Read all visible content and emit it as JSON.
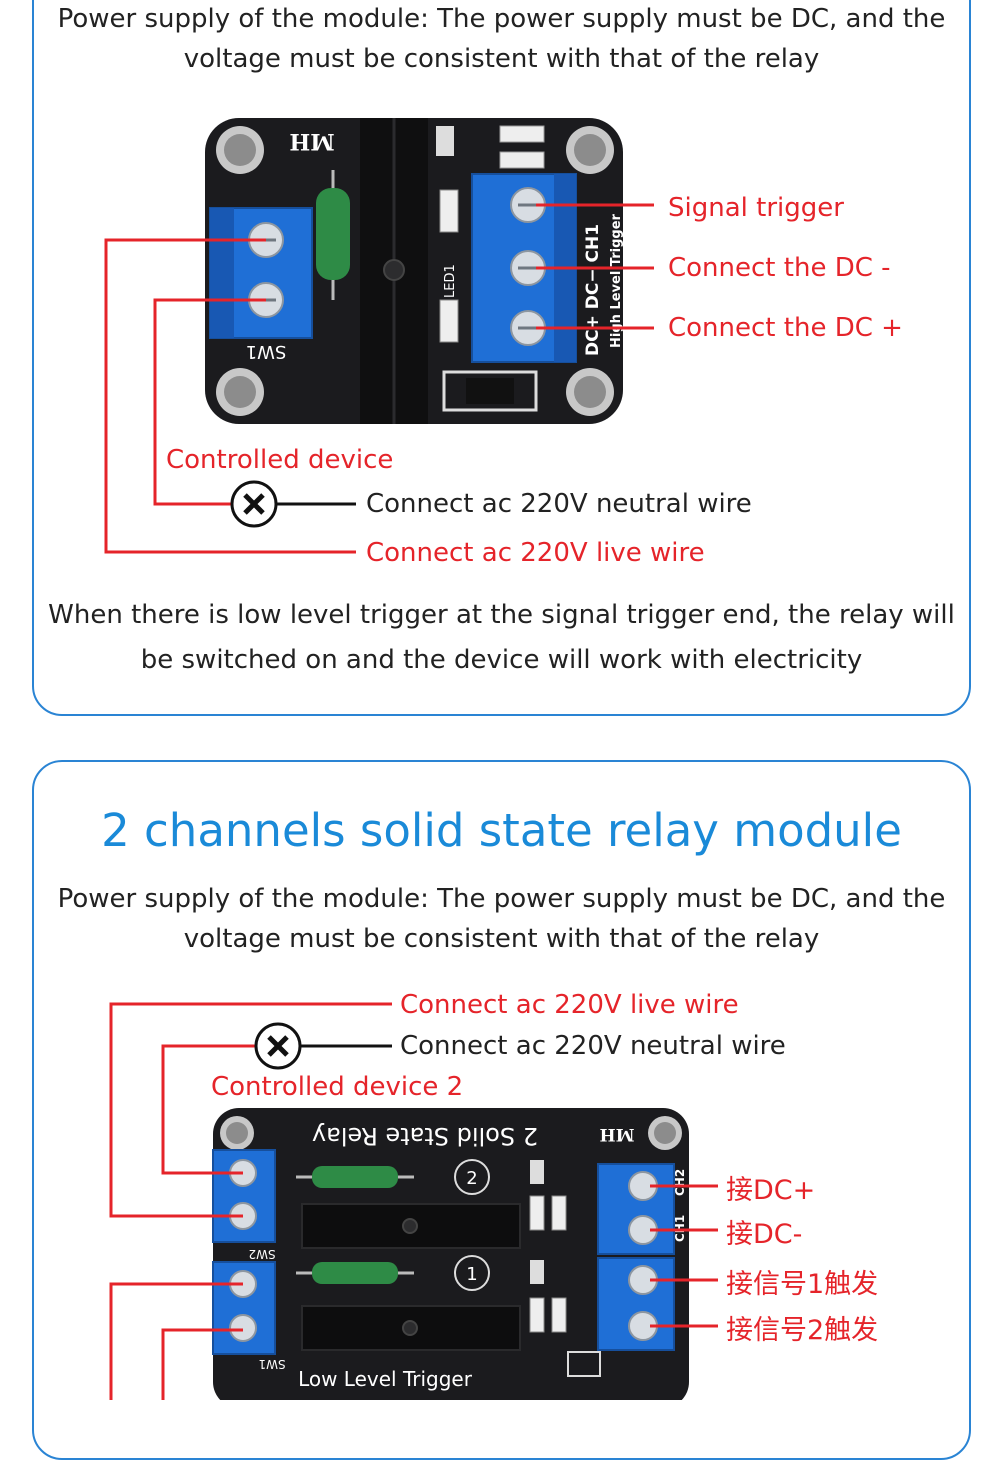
{
  "section1": {
    "intro_line1": "Power supply of the module: The power supply must be DC, and the",
    "intro_line2": "voltage must be consistent with that of the relay",
    "board": {
      "brand": "MH",
      "sw_label": "SW1",
      "led_label": "LED1",
      "terminal_labels": "DC+ DC− CH1",
      "trigger_label": "High Level Trigger"
    },
    "labels": {
      "signal_trigger": "Signal trigger",
      "dc_minus": "Connect the DC -",
      "dc_plus": "Connect the DC +",
      "controlled_device": "Controlled device",
      "neutral": "Connect ac 220V neutral wire",
      "live": "Connect ac 220V live wire"
    },
    "note_line1": "When there is low level trigger at the signal trigger end, the relay will",
    "note_line2": "be switched on and the device will work with electricity"
  },
  "section2": {
    "title": "2 channels solid state relay module",
    "intro_line1": "Power supply of the module: The power supply must be DC, and the",
    "intro_line2": "voltage must be consistent with that of the relay",
    "labels": {
      "live": "Connect ac 220V live wire",
      "neutral": "Connect ac 220V neutral wire",
      "controlled_device": "Controlled device 2",
      "dc_plus": "接DC+",
      "dc_minus": "接DC-",
      "signal1": "接信号1触发",
      "signal2": "接信号2触发"
    },
    "board": {
      "brand": "MH",
      "board_title": "2 Solid State Relay",
      "sw_label": "SW2",
      "sw1_label": "SW1",
      "trigger_label": "Low Level Trigger",
      "ch2": "CH2",
      "ch1": "CH1",
      "num2": "2",
      "num1": "1"
    }
  },
  "colors": {
    "accent": "#1a8ad8",
    "border": "#2a84d4",
    "wire": "#e5242a",
    "terminal": "#1f6fd6",
    "pcb": "#1b1b1e"
  }
}
